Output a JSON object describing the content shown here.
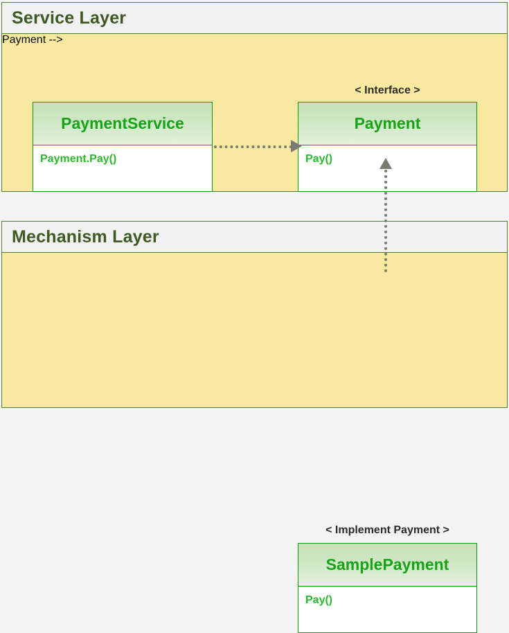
{
  "diagram": {
    "type": "uml-layered-class-diagram",
    "background_color": "#f4f4f4",
    "layer_fill_color": "#fae9a0",
    "layer_border_color": "#4f7c2f",
    "layer_title_bar_color": "#f2f2f2",
    "layer_title_text_color": "#3d5a22",
    "class_border_color": "#169416",
    "class_header_gradient_from": "#c5e2b8",
    "class_header_gradient_to": "#e4f1de",
    "class_name_color": "#16a316",
    "class_member_color": "#2db82d",
    "connector_color": "#7a7a72"
  },
  "layers": [
    {
      "id": "service-layer",
      "title": "Service Layer",
      "classes": [
        "payment-service",
        "payment"
      ]
    },
    {
      "id": "mechanism-layer",
      "title": "Mechanism Layer",
      "classes": [
        "sample-payment"
      ]
    }
  ],
  "classes": {
    "payment_service": {
      "name": "PaymentService",
      "stereotype": "",
      "members": [
        "Payment.Pay()"
      ]
    },
    "payment": {
      "name": "Payment",
      "stereotype": "< Interface >",
      "members": [
        "Pay()"
      ]
    },
    "sample_payment": {
      "name": "SamplePayment",
      "stereotype": "< Implement Payment >",
      "members": [
        "Pay()"
      ]
    }
  },
  "connectors": [
    {
      "id": "dependency-payment-service-to-payment",
      "kind": "dependency",
      "line_style": "dotted",
      "arrowhead": "solid-triangle",
      "direction": "right",
      "from": "PaymentService",
      "to": "Payment"
    },
    {
      "id": "realization-sample-payment-to-payment",
      "kind": "realization",
      "line_style": "dotted",
      "arrowhead": "solid-triangle",
      "direction": "up",
      "from": "SamplePayment",
      "to": "Payment"
    }
  ]
}
